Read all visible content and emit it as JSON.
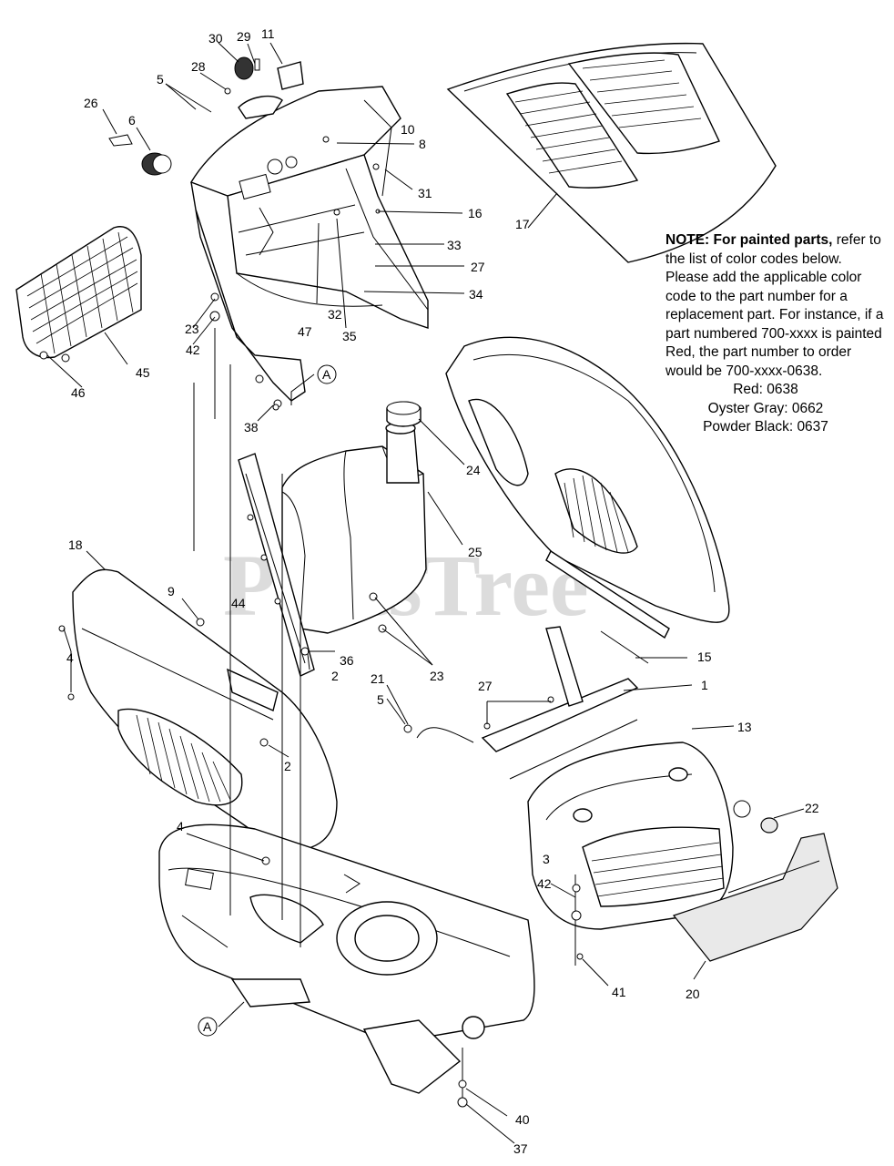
{
  "note": {
    "heading": "NOTE:",
    "bold_text": "For painted parts,",
    "body": "refer to the list of color codes below. Please add the applicable color code to the part number for a replacement part.  For instance, if a part numbered 700-xxxx is painted Red, the part number to order would be 700-xxxx-0638.",
    "color_codes": [
      {
        "label": "Red: 0638"
      },
      {
        "label": "Oyster Gray: 0662"
      },
      {
        "label": "Powder Black: 0637"
      }
    ]
  },
  "watermark": "PartsTree",
  "callouts": [
    {
      "id": "c30",
      "text": "30"
    },
    {
      "id": "c29",
      "text": "29"
    },
    {
      "id": "c11",
      "text": "11"
    },
    {
      "id": "c28",
      "text": "28"
    },
    {
      "id": "c5a",
      "text": "5"
    },
    {
      "id": "c26",
      "text": "26"
    },
    {
      "id": "c6",
      "text": "6"
    },
    {
      "id": "c10",
      "text": "10"
    },
    {
      "id": "c8",
      "text": "8"
    },
    {
      "id": "c31",
      "text": "31"
    },
    {
      "id": "c16",
      "text": "16"
    },
    {
      "id": "c17",
      "text": "17"
    },
    {
      "id": "c33",
      "text": "33"
    },
    {
      "id": "c27a",
      "text": "27"
    },
    {
      "id": "c34",
      "text": "34"
    },
    {
      "id": "c32",
      "text": "32"
    },
    {
      "id": "c35",
      "text": "35"
    },
    {
      "id": "c47",
      "text": "47"
    },
    {
      "id": "c23a",
      "text": "23"
    },
    {
      "id": "c42a",
      "text": "42"
    },
    {
      "id": "c45",
      "text": "45"
    },
    {
      "id": "c46",
      "text": "46"
    },
    {
      "id": "cA1",
      "text": "A"
    },
    {
      "id": "c38",
      "text": "38"
    },
    {
      "id": "c24",
      "text": "24"
    },
    {
      "id": "c25",
      "text": "25"
    },
    {
      "id": "c18",
      "text": "18"
    },
    {
      "id": "c9",
      "text": "9"
    },
    {
      "id": "c44",
      "text": "44"
    },
    {
      "id": "c4a",
      "text": "4"
    },
    {
      "id": "c36",
      "text": "36"
    },
    {
      "id": "c2a",
      "text": "2"
    },
    {
      "id": "c23b",
      "text": "23"
    },
    {
      "id": "c15",
      "text": "15"
    },
    {
      "id": "c21",
      "text": "21"
    },
    {
      "id": "c1",
      "text": "1"
    },
    {
      "id": "c5b",
      "text": "5"
    },
    {
      "id": "c27b",
      "text": "27"
    },
    {
      "id": "c13",
      "text": "13"
    },
    {
      "id": "c2b",
      "text": "2"
    },
    {
      "id": "c22",
      "text": "22"
    },
    {
      "id": "c4b",
      "text": "4"
    },
    {
      "id": "c3",
      "text": "3"
    },
    {
      "id": "c42b",
      "text": "42"
    },
    {
      "id": "c41",
      "text": "41"
    },
    {
      "id": "c20",
      "text": "20"
    },
    {
      "id": "cA2",
      "text": "A"
    },
    {
      "id": "c40",
      "text": "40"
    },
    {
      "id": "c37",
      "text": "37"
    }
  ]
}
